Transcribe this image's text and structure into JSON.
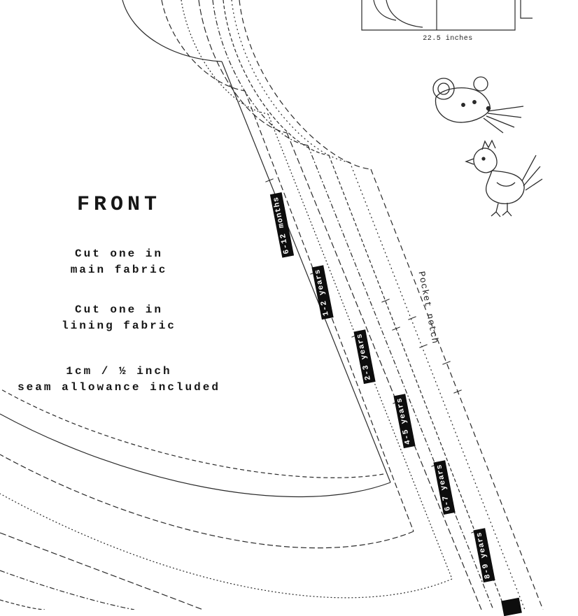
{
  "front_piece": {
    "title": "FRONT",
    "note_main": "Cut one in\nmain fabric",
    "note_lining": "Cut one in\nlining fabric",
    "note_seam": "1cm / ½ inch\nseam allowance included"
  },
  "size_labels": [
    {
      "label": "6-12 months"
    },
    {
      "label": "1-2 years"
    },
    {
      "label": "2-3 years"
    },
    {
      "label": "4-5 years"
    },
    {
      "label": "6-7 years"
    },
    {
      "label": "8-9 years"
    },
    {
      "label": ""
    }
  ],
  "annotations": {
    "pocket_notch": "Pocket notch",
    "top_piece_width": "22.5 inches"
  },
  "colors": {
    "line": "#2a2a2a",
    "label_bg": "#0d0d0d",
    "label_text": "#ffffff",
    "background": "#ffffff"
  }
}
